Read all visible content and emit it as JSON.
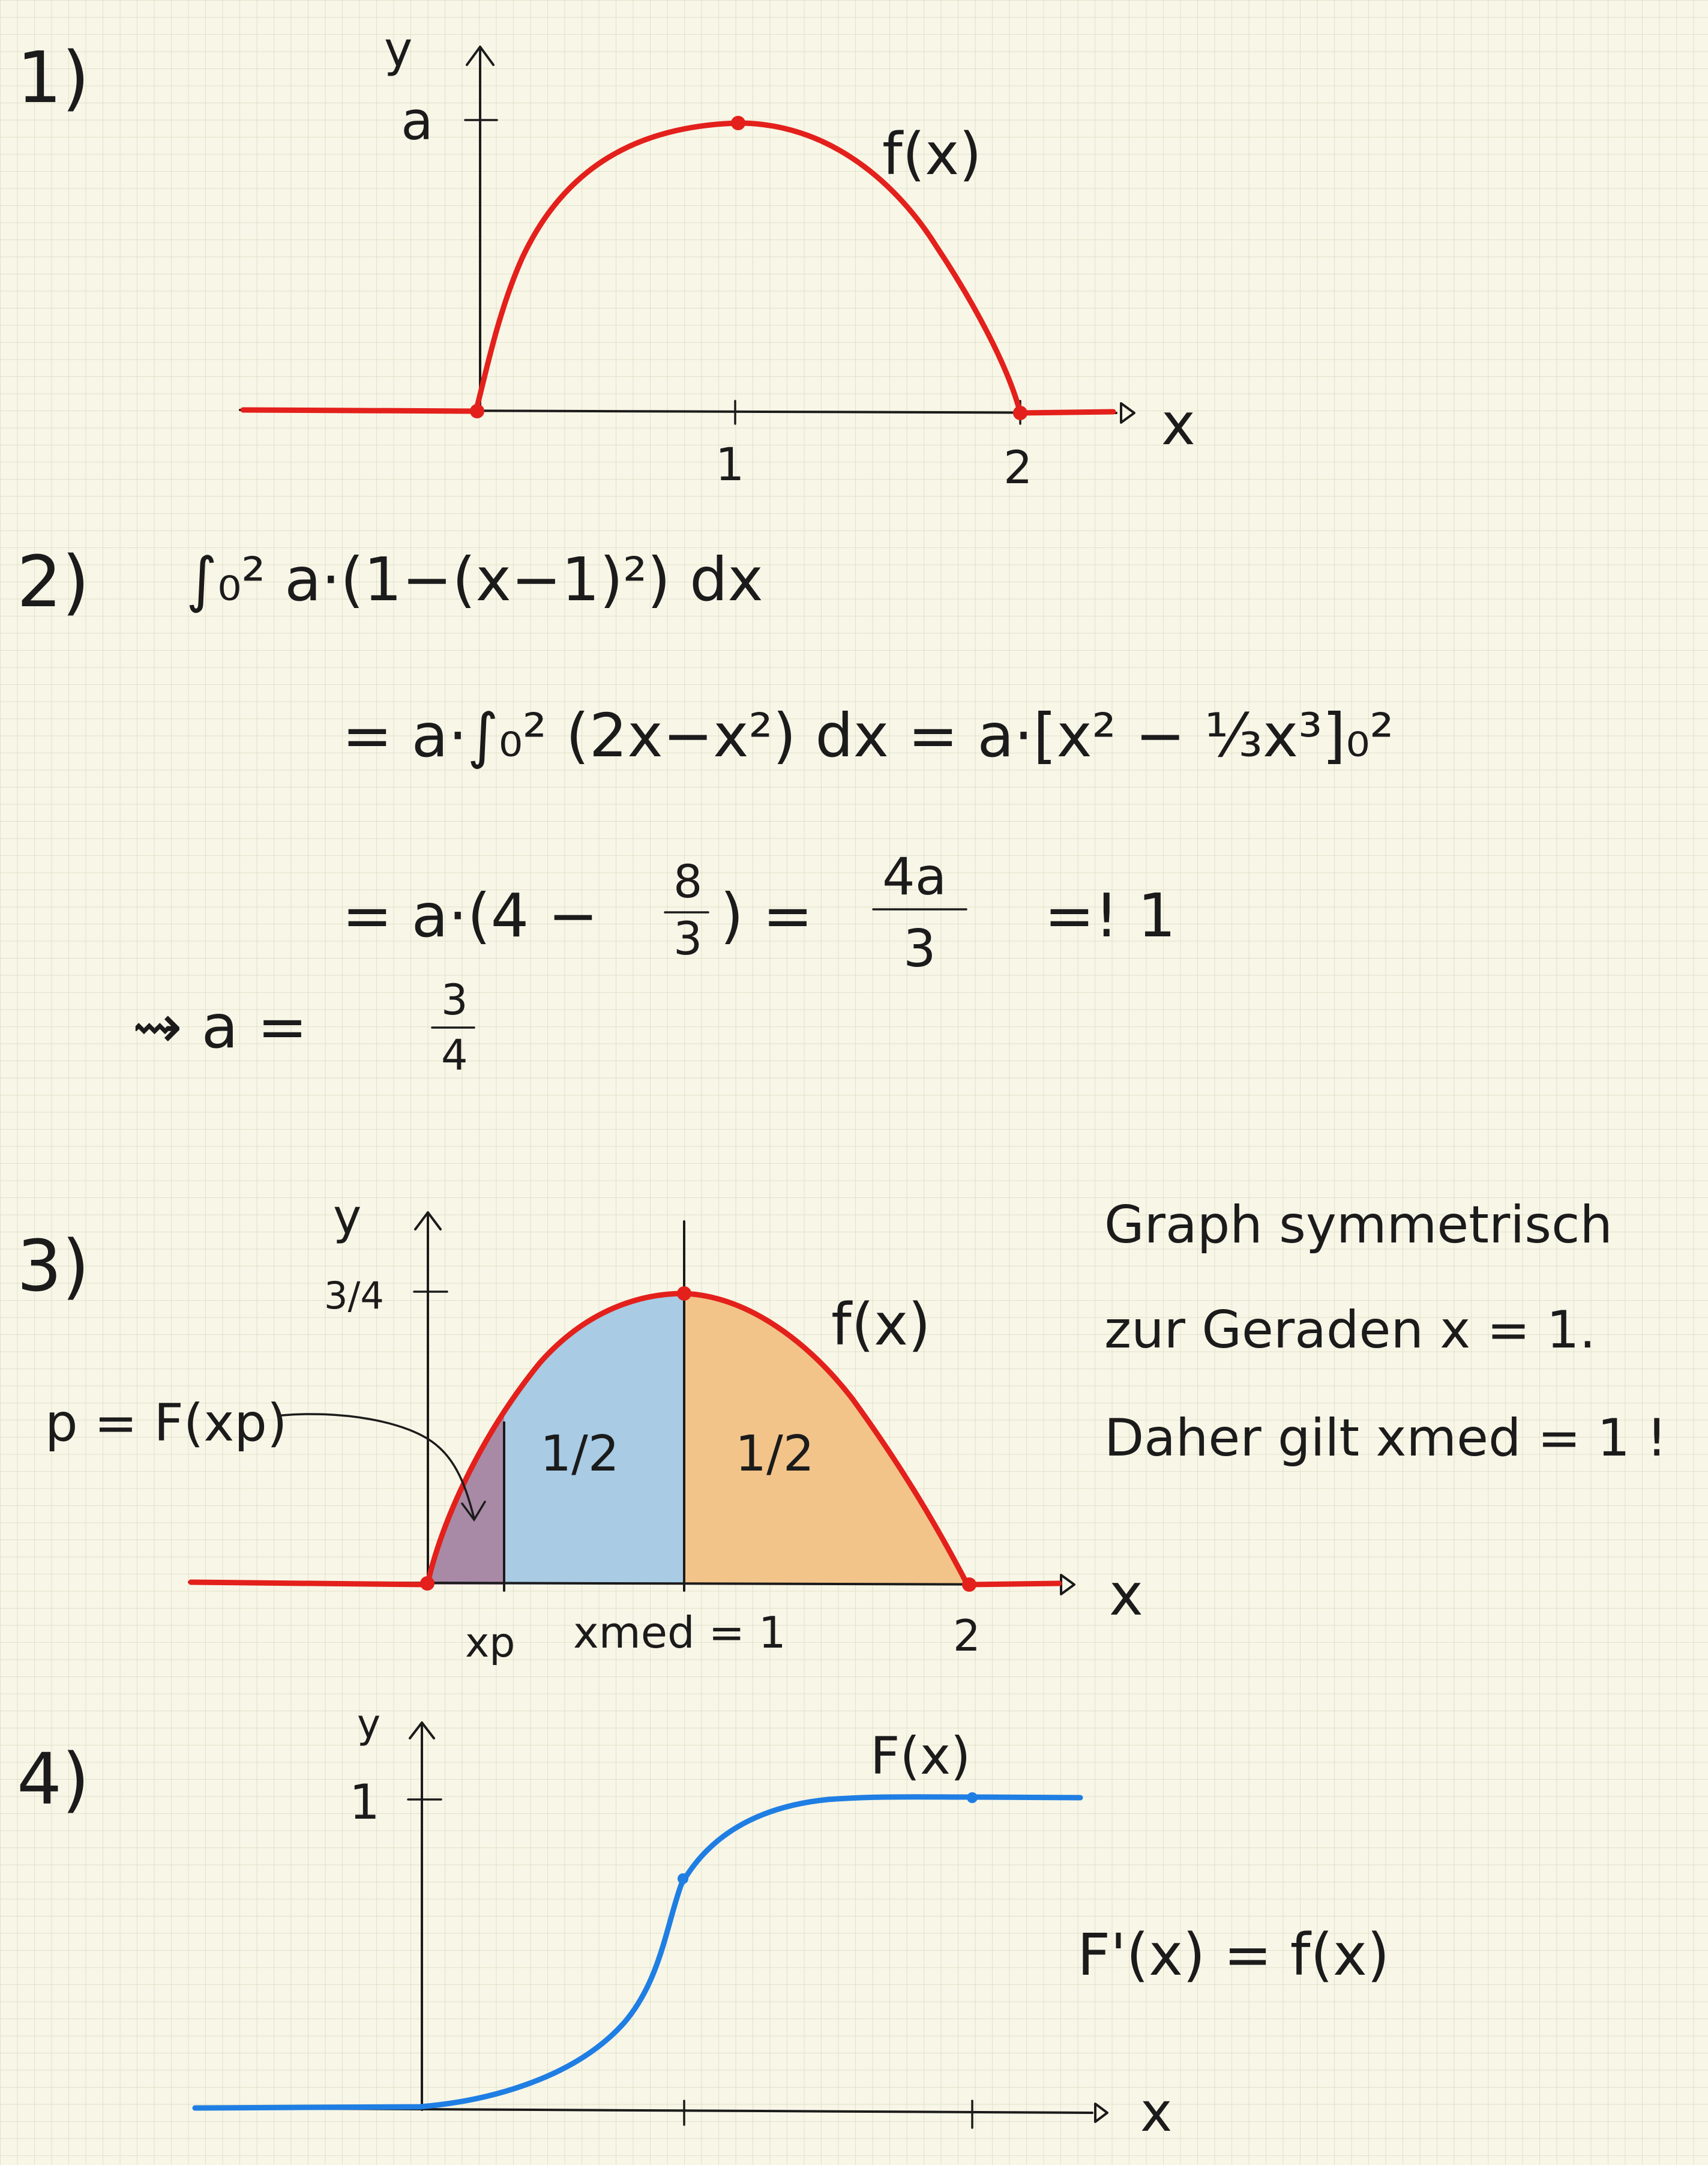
{
  "colors": {
    "paper": "#f8f6e7",
    "grid": "#cdd2b4",
    "ink": "#1b1b1b",
    "density_curve": "#e3201b",
    "cdf_curve": "#1f7ee3",
    "area_blue": "#a9cbe4",
    "area_orange": "#f2c48a",
    "area_purple": "#a98aa6"
  },
  "part1": {
    "label": "1)",
    "y_axis": "y",
    "y_tick": "a",
    "x_axis": "x",
    "x_ticks": [
      "1",
      "2"
    ],
    "curve_label": "f(x)"
  },
  "part2": {
    "label": "2)",
    "line1": "∫₀² a·(1−(x−1)²) dx",
    "line2": "= a·∫₀² (2x−x²) dx = a·[x² − ⅓x³]₀²",
    "line3_a": "= a·(4 − ",
    "line3_frac_num": "8",
    "line3_frac_den": "3",
    "line3_b": ") =",
    "line3_res_num": "4a",
    "line3_res_den": "3",
    "line3_cond": "=! 1",
    "result_prefix": "⇝ a = ",
    "result_num": "3",
    "result_den": "4"
  },
  "part3": {
    "label": "3)",
    "y_axis": "y",
    "y_tick": "3/4",
    "x_axis": "x",
    "x_ticks": [
      "xp",
      "xmed = 1",
      "2"
    ],
    "curve_label": "f(x)",
    "area_left": "1/2",
    "area_right": "1/2",
    "p_label": "p = F(xp)",
    "note_line1": "Graph symmetrisch",
    "note_line2": "zur Geraden x = 1.",
    "note_line3": "Daher gilt xmed = 1 !"
  },
  "part4": {
    "label": "4)",
    "y_axis": "y",
    "y_tick": "1",
    "x_axis": "x",
    "curve_label": "F(x)",
    "relation": "F'(x) = f(x)"
  }
}
